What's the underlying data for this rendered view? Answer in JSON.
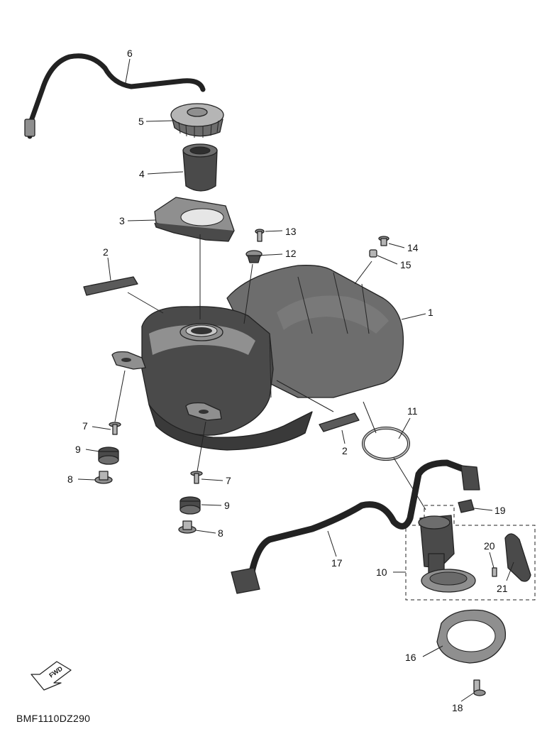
{
  "diagram_code": "BMF1110DZ290",
  "fwd_label": "FWD",
  "callouts": [
    {
      "id": "c1",
      "label": "1"
    },
    {
      "id": "c2a",
      "label": "2"
    },
    {
      "id": "c2b",
      "label": "2"
    },
    {
      "id": "c3",
      "label": "3"
    },
    {
      "id": "c4",
      "label": "4"
    },
    {
      "id": "c5",
      "label": "5"
    },
    {
      "id": "c6",
      "label": "6"
    },
    {
      "id": "c7a",
      "label": "7"
    },
    {
      "id": "c7b",
      "label": "7"
    },
    {
      "id": "c8a",
      "label": "8"
    },
    {
      "id": "c8b",
      "label": "8"
    },
    {
      "id": "c9a",
      "label": "9"
    },
    {
      "id": "c9b",
      "label": "9"
    },
    {
      "id": "c10",
      "label": "10"
    },
    {
      "id": "c11",
      "label": "11"
    },
    {
      "id": "c12",
      "label": "12"
    },
    {
      "id": "c13",
      "label": "13"
    },
    {
      "id": "c14",
      "label": "14"
    },
    {
      "id": "c15",
      "label": "15"
    },
    {
      "id": "c16",
      "label": "16"
    },
    {
      "id": "c17",
      "label": "17"
    },
    {
      "id": "c18",
      "label": "18"
    },
    {
      "id": "c19",
      "label": "19"
    },
    {
      "id": "c20",
      "label": "20"
    },
    {
      "id": "c21",
      "label": "21"
    }
  ]
}
